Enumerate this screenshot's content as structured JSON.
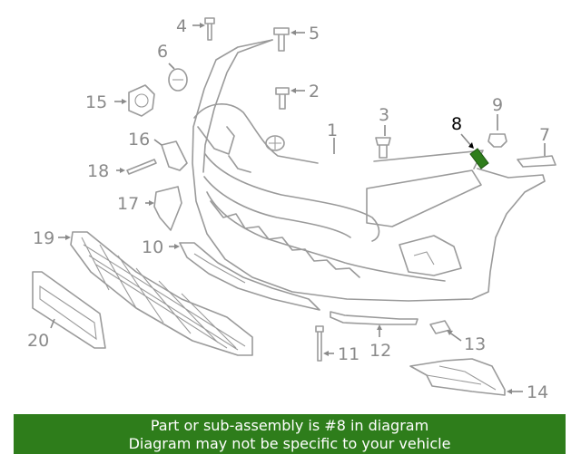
{
  "diagram": {
    "highlight_color": "#2e7d1b",
    "parts": [
      {
        "number": "1"
      },
      {
        "number": "2"
      },
      {
        "number": "3"
      },
      {
        "number": "4"
      },
      {
        "number": "5"
      },
      {
        "number": "6"
      },
      {
        "number": "7"
      },
      {
        "number": "8"
      },
      {
        "number": "9"
      },
      {
        "number": "10"
      },
      {
        "number": "11"
      },
      {
        "number": "12"
      },
      {
        "number": "13"
      },
      {
        "number": "14"
      },
      {
        "number": "15"
      },
      {
        "number": "16"
      },
      {
        "number": "17"
      },
      {
        "number": "18"
      },
      {
        "number": "19"
      },
      {
        "number": "20"
      }
    ],
    "highlighted_part": "8"
  },
  "banner": {
    "line1": "Part or sub-assembly is #8 in diagram",
    "line2": "Diagram may not be specific to your vehicle",
    "background_color": "#2e7d1b"
  }
}
